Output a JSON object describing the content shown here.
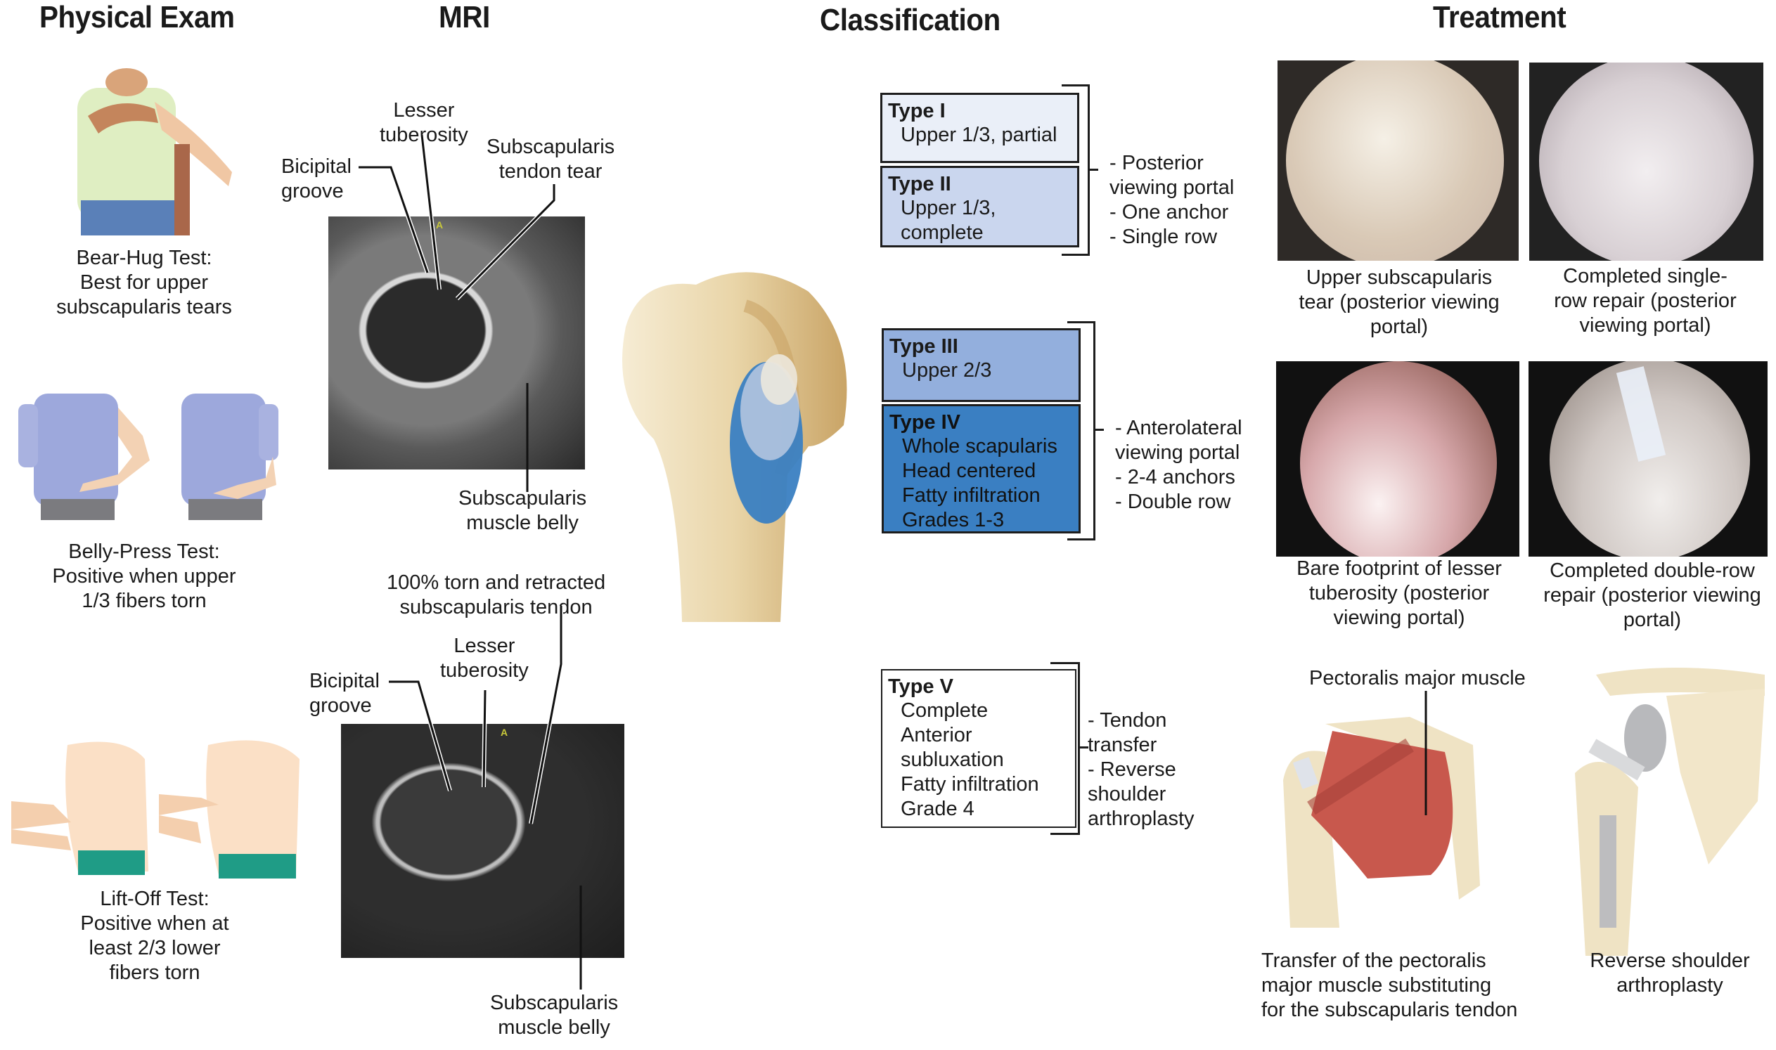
{
  "headers": {
    "physical_exam": "Physical Exam",
    "mri": "MRI",
    "classification": "Classification",
    "treatment": "Treatment"
  },
  "physical_exam": {
    "tests": [
      {
        "name": "Bear-Hug Test",
        "caption": "Bear-Hug Test:\nBest for upper\nsubscapularis tears"
      },
      {
        "name": "Belly-Press Test",
        "caption": "Belly-Press Test:\nPositive when upper\n1/3 fibers torn"
      },
      {
        "name": "Lift-Off Test",
        "caption": "Lift-Off Test:\nPositive when at\nleast 2/3 lower\nfibers torn"
      }
    ]
  },
  "mri": {
    "top": {
      "labels": {
        "bicipital_groove": "Bicipital\ngroove",
        "lesser_tuberosity": "Lesser\ntuberosity",
        "tendon_tear": "Subscapularis\ntendon tear",
        "muscle_belly": "Subscapularis\nmuscle belly"
      }
    },
    "bottom": {
      "labels": {
        "retracted_tendon": "100% torn and retracted\nsubscapularis tendon",
        "bicipital_groove": "Bicipital\ngroove",
        "lesser_tuberosity": "Lesser\ntuberosity",
        "muscle_belly": "Subscapularis\nmuscle belly"
      }
    },
    "orientation_marker": "A"
  },
  "classification": {
    "types": [
      {
        "title": "Type I",
        "desc": "Upper 1/3, partial",
        "color": "#eaeff8"
      },
      {
        "title": "Type II",
        "desc": "Upper 1/3,\ncomplete",
        "color": "#cad6ee"
      },
      {
        "title": "Type III",
        "desc": "Upper 2/3",
        "color": "#93afdd"
      },
      {
        "title": "Type IV",
        "desc": "Whole scapularis\nHead centered\nFatty infiltration\nGrades 1-3",
        "color": "#3a7fc2"
      },
      {
        "title": "Type V",
        "desc": "Complete\nAnterior\n subluxation\nFatty infiltration\nGrade 4",
        "color": "#ffffff"
      }
    ],
    "groups": [
      {
        "treatment": "- Posterior\n  viewing portal\n- One anchor\n- Single row"
      },
      {
        "treatment": "- Anterolateral\n  viewing portal\n- 2-4 anchors\n- Double row"
      },
      {
        "treatment": "- Tendon\n  transfer\n- Reverse\n  shoulder\n  arthroplasty"
      }
    ]
  },
  "treatment": {
    "arthroscopy": [
      {
        "caption": "Upper subscapularis\ntear (posterior viewing\nportal)"
      },
      {
        "caption": "Completed single-\nrow repair (posterior\nviewing portal)"
      },
      {
        "caption": "Bare footprint of lesser\ntuberosity (posterior\nviewing portal)"
      },
      {
        "caption": "Completed double-row\nrepair (posterior viewing\nportal)"
      }
    ],
    "illustrations": [
      {
        "label": "Pectoralis major muscle",
        "caption": "Transfer of the pectoralis\nmajor muscle substituting\nfor the subscapularis tendon"
      },
      {
        "caption": "Reverse shoulder\narthroplasty"
      }
    ]
  },
  "colors": {
    "text": "#1a1a1a",
    "bone": "#efe3c4",
    "bone_shadow": "#c9a466",
    "footprint_dark": "#2f6fa3",
    "muscle": "#c8584d"
  }
}
